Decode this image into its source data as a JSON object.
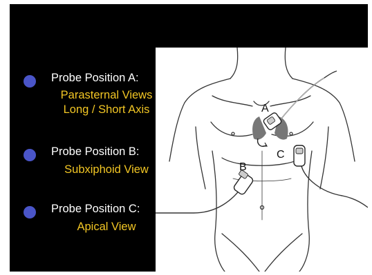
{
  "legend": [
    {
      "title": "Probe Position A:",
      "lines": [
        "Parasternal Views",
        "Long / Short Axis"
      ]
    },
    {
      "title": "Probe Position B:",
      "lines": [
        "Subxiphoid View"
      ]
    },
    {
      "title": "Probe Position C:",
      "lines": [
        "Apical View"
      ]
    }
  ],
  "diagram": {
    "label_a": "A",
    "label_b": "B",
    "label_c": "C"
  },
  "colors": {
    "background": "#000000",
    "bullet": "#4a55c8",
    "title": "#ffffff",
    "description": "#f2c624"
  }
}
